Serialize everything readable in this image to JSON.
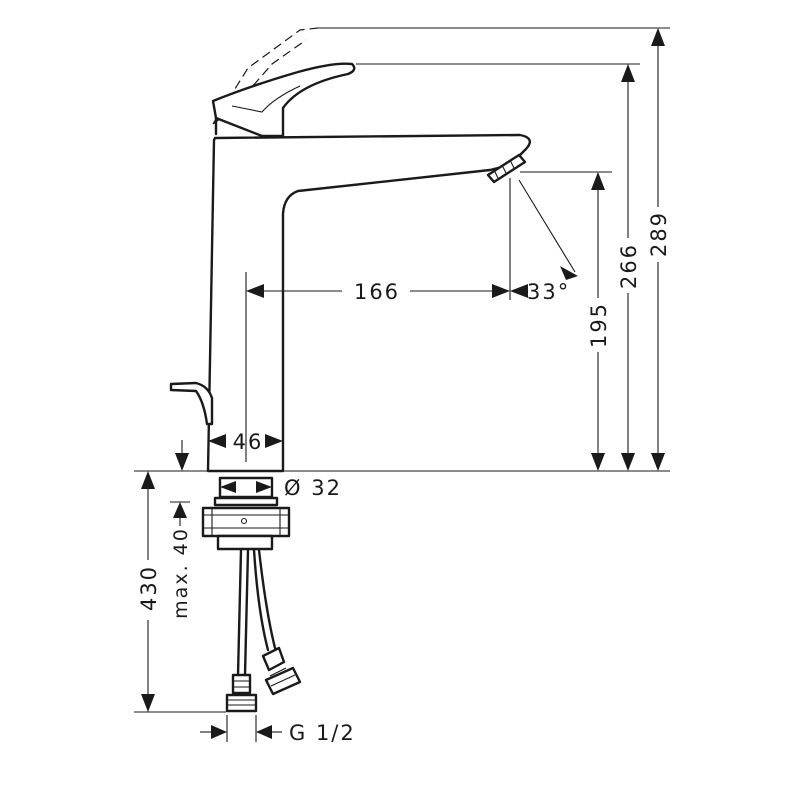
{
  "dimensions": {
    "total_height": "289",
    "lever_height": "266",
    "spout_height": "195",
    "spout_reach": "166",
    "spout_angle": "33°",
    "body_width": "46",
    "shank_diameter": "Ø 32",
    "max_thickness": "max. 40",
    "below_depth": "430",
    "connection_thread": "G 1/2"
  }
}
